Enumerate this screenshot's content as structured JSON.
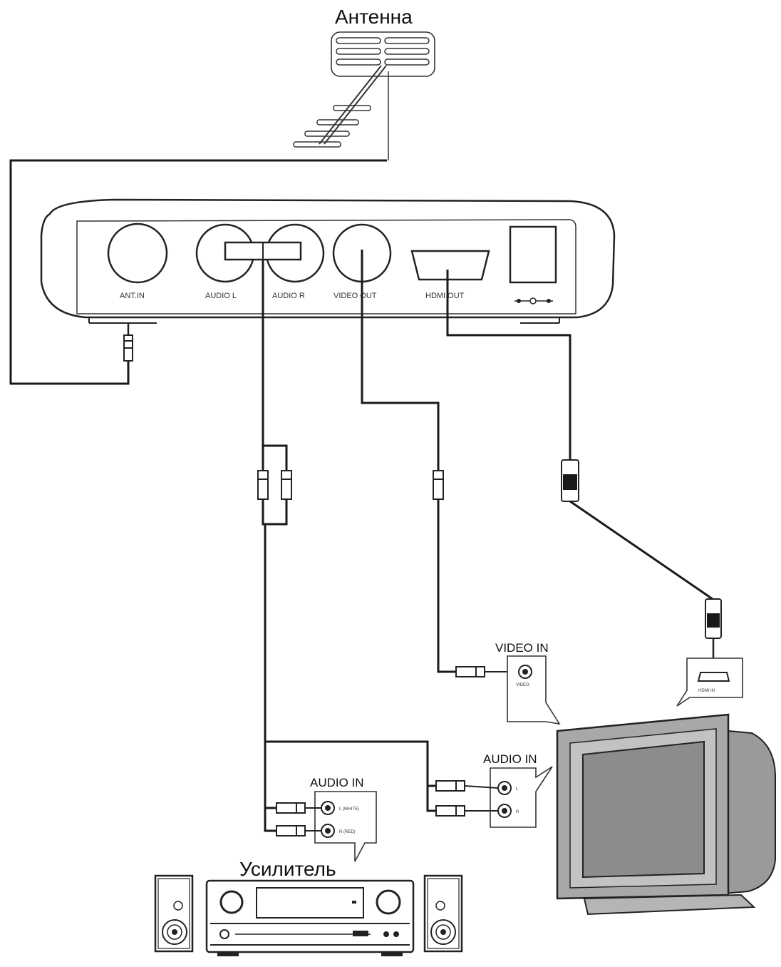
{
  "labels": {
    "antenna": "Антенна",
    "amplifier": "Усилитель",
    "video_in": "VIDEO IN",
    "audio_in_tv": "AUDIO IN",
    "audio_in_amp": "AUDIO IN"
  },
  "ports": {
    "ant_in": "ANT.IN",
    "audio_l": "AUDIO L",
    "audio_r": "AUDIO R",
    "video_out": "VIDEO OUT",
    "hdmi_out": "HDMI OUT"
  },
  "jacks": {
    "video": "VIDEO",
    "tv_l": "L",
    "tv_r": "R",
    "amp_l": "L (WHITE)",
    "amp_r": "R (RED)",
    "hdmi_in": "HDMI IN"
  },
  "colors": {
    "line": "#1a1a1a",
    "device_fill": "#ffffff",
    "tv_body": "#a8a8a8",
    "tv_screen": "#8c8c8c"
  }
}
